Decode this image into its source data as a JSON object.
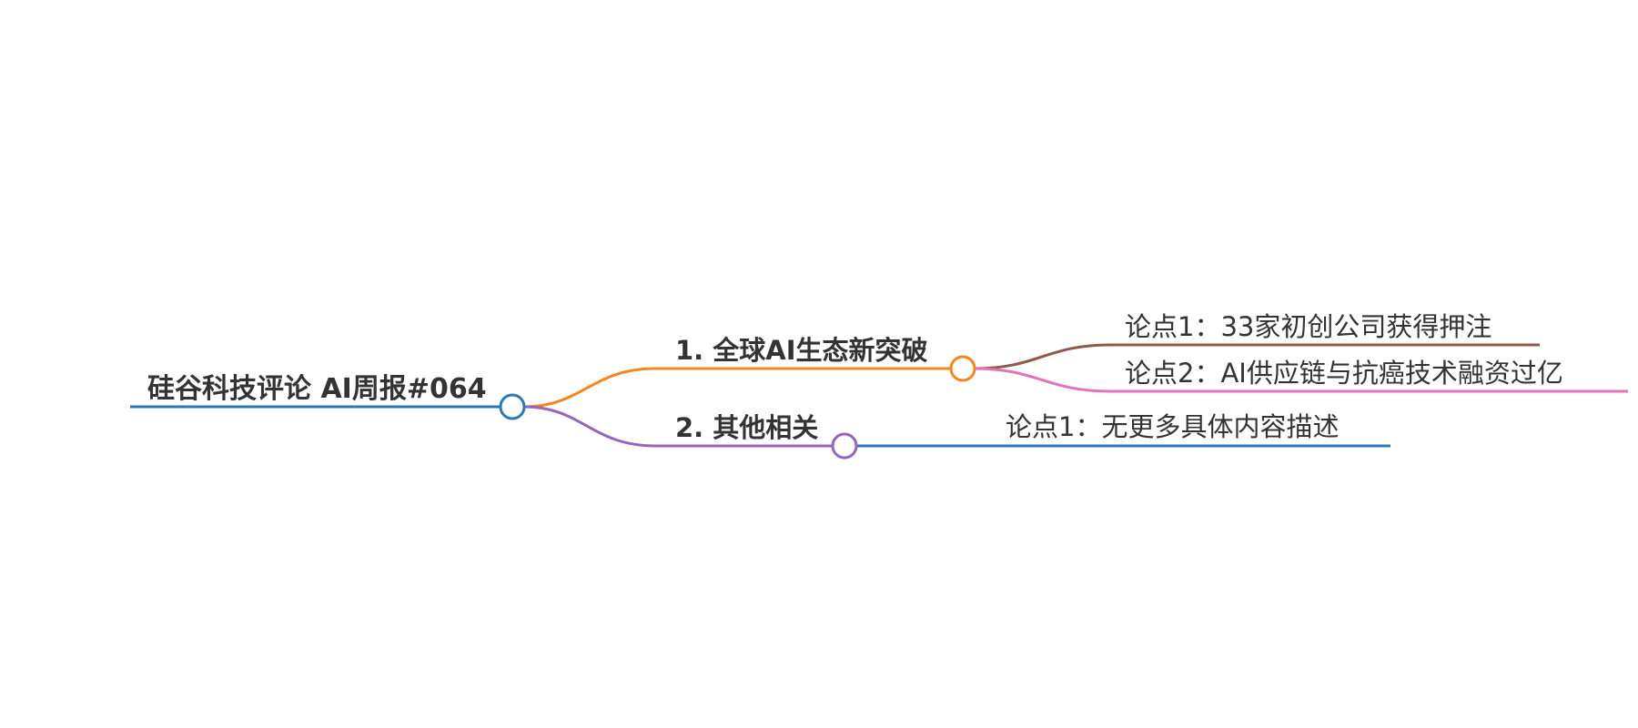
{
  "mindmap": {
    "root": {
      "label": "硅谷科技评论 AI周报#064",
      "color": "#2a78b8"
    },
    "branches": [
      {
        "label": "1. 全球AI生态新突破",
        "color": "#f5861f",
        "children": [
          {
            "label": "论点1：33家初创公司获得押注",
            "color": "#8b5a4a"
          },
          {
            "label": "论点2：AI供应链与抗癌技术融资过亿",
            "color": "#e273b9"
          }
        ]
      },
      {
        "label": "2. 其他相关",
        "color": "#9467bd",
        "children": [
          {
            "label": "论点1：无更多具体内容描述",
            "color": "#2a78b8"
          }
        ]
      }
    ]
  }
}
